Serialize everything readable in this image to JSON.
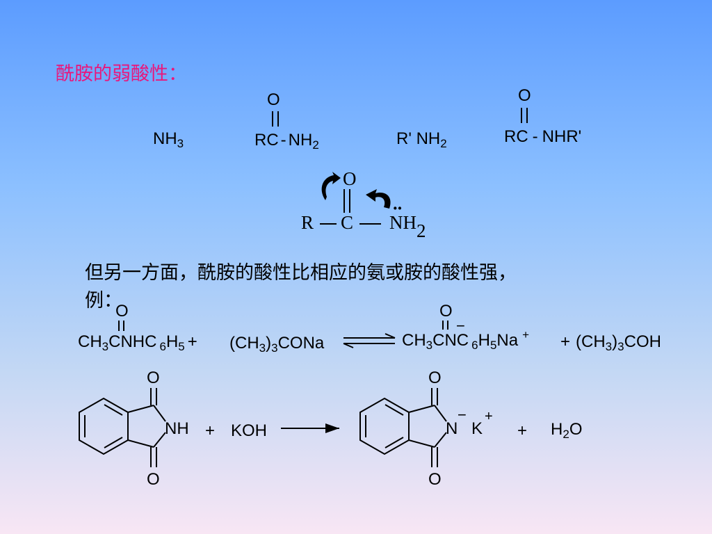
{
  "title": "酰胺的弱酸性：",
  "row1": {
    "nh3": {
      "base": "NH",
      "sub": "3"
    },
    "amide1": {
      "o": "O",
      "rc": "RC",
      "dash": "-",
      "nh": "NH",
      "sub": "2"
    },
    "amine": {
      "base": "R' NH",
      "sub": "2"
    },
    "amide2": {
      "o": "O",
      "rc": "RC",
      "dash": "-",
      "group": "NHR'"
    }
  },
  "resonance": {
    "r": "R",
    "c": "C",
    "o": "O",
    "nh": "NH",
    "sub": "2",
    "dots": "··"
  },
  "note": {
    "line1": "但另一方面，酰胺的酸性比相应的氨或胺的酸性强，",
    "line2": "例："
  },
  "eq1": {
    "o_left": "O",
    "left": {
      "p1": "CH",
      "s1": "3",
      "p2": "CNHC",
      "s2": "6",
      "p3": "H",
      "s3": "5",
      "plus": "+"
    },
    "reagent": {
      "p1": "(CH",
      "s1": "3",
      "p2": ")",
      "s2": "3",
      "p3": "CONa"
    },
    "o_right": "O",
    "minus": "−",
    "right": {
      "p1": "CH",
      "s1": "3",
      "p2": "CNC",
      "s2": "6",
      "p3": "H",
      "s3": "5",
      "p4": "Na",
      "sup": "+"
    },
    "product2": {
      "plus": "+",
      "p1": "(CH",
      "s1": "3",
      "p2": ")",
      "s2": "3",
      "p3": "COH"
    }
  },
  "eq2": {
    "o_top": "O",
    "o_bottom": "O",
    "nh": "NH",
    "plus1": "+",
    "koh": "KOH",
    "o_top2": "O",
    "o_bottom2": "O",
    "n": "N",
    "minus": "−",
    "k": "K",
    "kplus": "+",
    "plus2": "+",
    "water": {
      "p1": "H",
      "s1": "2",
      "p2": "O"
    }
  }
}
